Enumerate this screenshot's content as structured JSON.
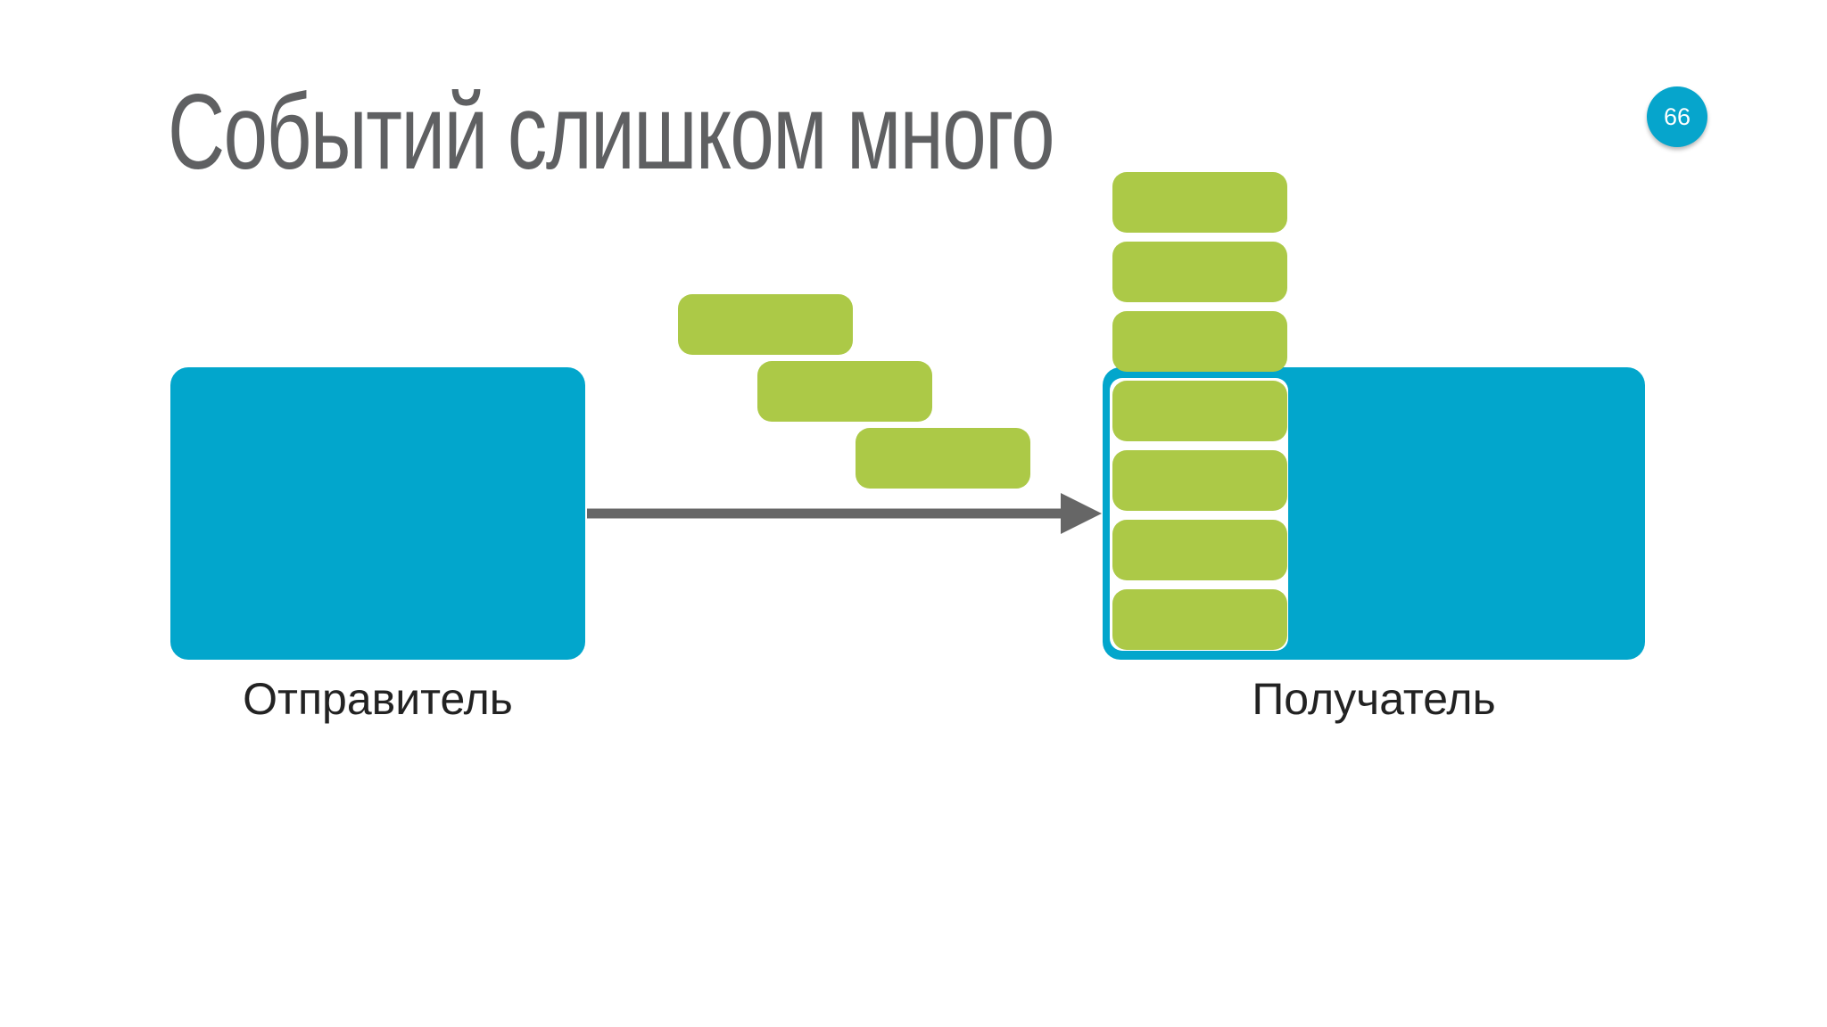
{
  "slide": {
    "title": "Событий слишком много",
    "page_number": "66"
  },
  "diagram": {
    "sender_label": "Отправитель",
    "receiver_label": "Получатель",
    "in_flight_event_count": 3,
    "queued_event_count": 7
  },
  "colors": {
    "box": "#02a6cc",
    "event": "#acc947",
    "arrow": "#666666",
    "title": "#5f6062",
    "badge": "#06a5cc"
  }
}
